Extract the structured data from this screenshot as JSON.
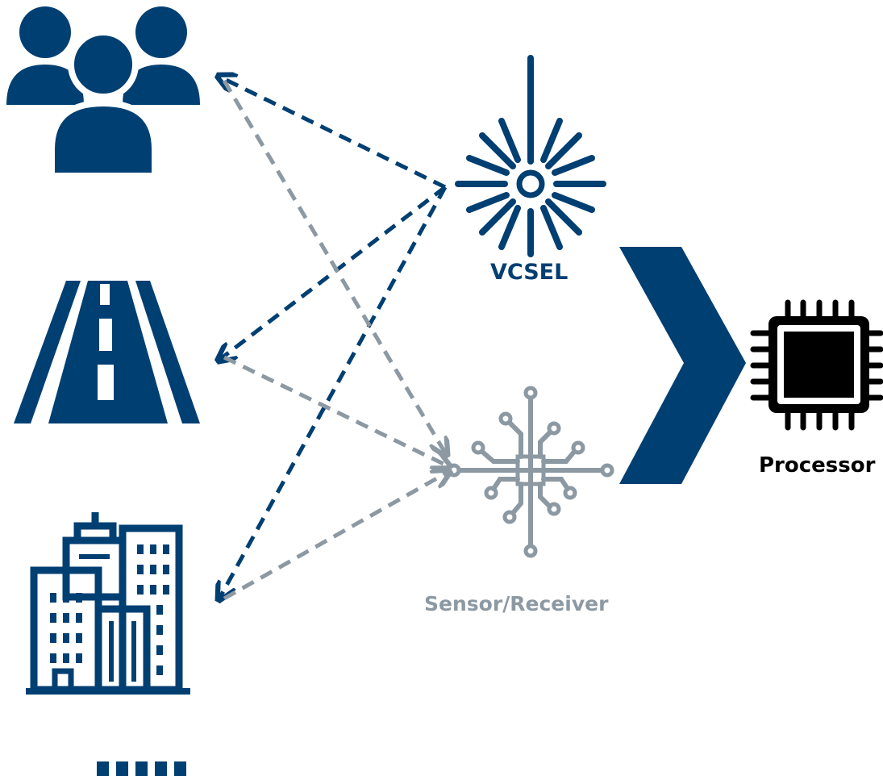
{
  "labels": {
    "vcsel": "VCSEL",
    "sensor": "Sensor/Receiver",
    "processor": "Processor"
  },
  "colors": {
    "navy": "#003f72",
    "gray": "#8c99a3",
    "black": "#000000"
  },
  "icons": [
    "people-icon",
    "road-icon",
    "buildings-icon",
    "more-dots-icon",
    "laser-icon",
    "sensor-icon",
    "chevron-right-icon",
    "chip-icon"
  ],
  "beams": {
    "emitted": [
      "people",
      "road",
      "buildings"
    ],
    "reflected": [
      "people",
      "road",
      "buildings"
    ]
  }
}
